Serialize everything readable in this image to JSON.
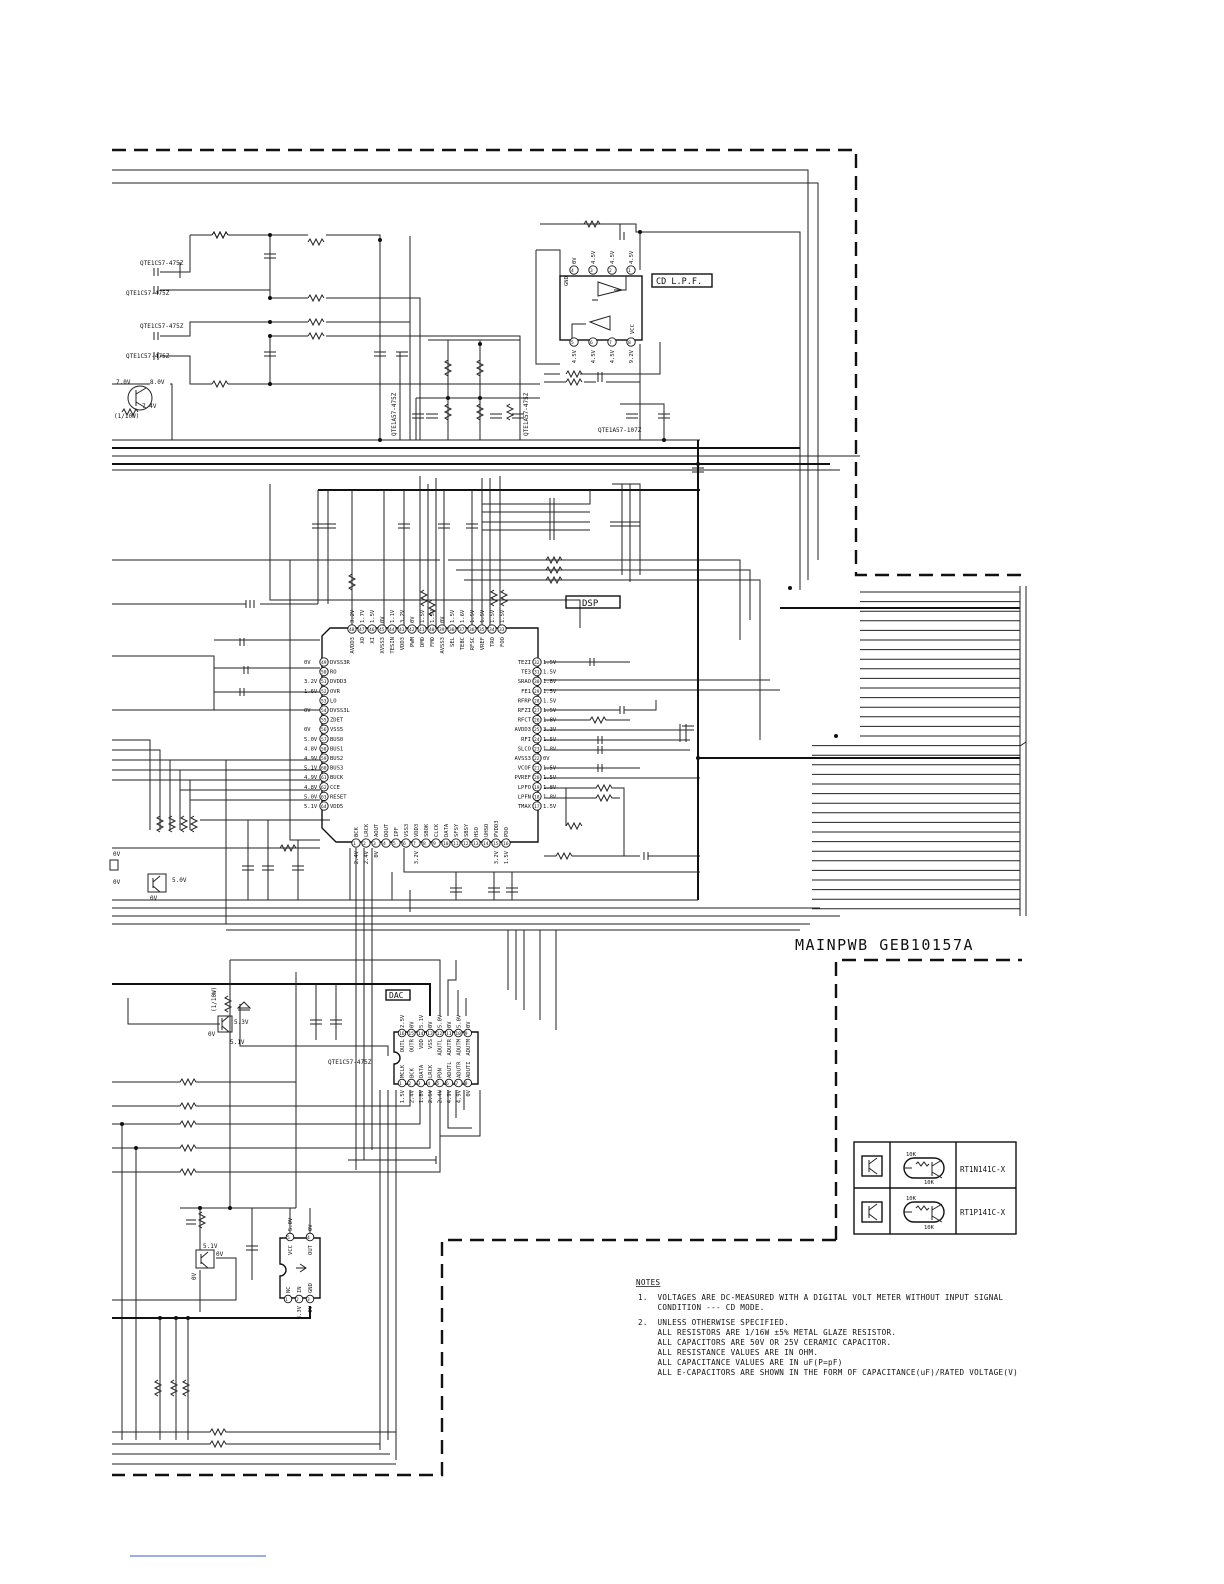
{
  "board": {
    "label": "MAINPWB GEB10157A"
  },
  "blocks": {
    "cd_lpf": "CD L.P.F.",
    "dsp": "DSP",
    "dac": "DAC"
  },
  "transistor_table": {
    "rows": [
      {
        "part": "RT1N141C-X",
        "r1": "10K",
        "r2": "10K"
      },
      {
        "part": "RT1P141C-X",
        "r1": "10K",
        "r2": "10K"
      }
    ]
  },
  "notes": {
    "heading": "NOTES",
    "lines": [
      "1.  VOLTAGES ARE DC-MEASURED WITH A DIGITAL VOLT METER WITHOUT INPUT SIGNAL",
      "    CONDITION --- CD MODE.",
      "2.  UNLESS OTHERWISE SPECIFIED.",
      "    ALL RESISTORS ARE 1/16W ±5% METAL GLAZE RESISTOR.",
      "    ALL CAPACITORS ARE 50V OR 25V CERAMIC CAPACITOR.",
      "    ALL RESISTANCE VALUES ARE IN OHM.",
      "    ALL CAPACITANCE VALUES ARE IN uF(P=pF)",
      "    ALL E-CAPACITORS ARE SHOWN IN THE FORM OF CAPACITANCE(uF)/RATED VOLTAGE(V)"
    ]
  },
  "dsp_chip": {
    "left_pins": [
      {
        "n": "49",
        "name": "DVSS3R",
        "v": "0V"
      },
      {
        "n": "50",
        "name": "RO",
        "v": ""
      },
      {
        "n": "51",
        "name": "DVDD3",
        "v": "3.2V"
      },
      {
        "n": "52",
        "name": "OVR",
        "v": "1.6V"
      },
      {
        "n": "53",
        "name": "LO",
        "v": ""
      },
      {
        "n": "54",
        "name": "DVSS3L",
        "v": "0V"
      },
      {
        "n": "55",
        "name": "ZDET",
        "v": ""
      },
      {
        "n": "56",
        "name": "VSS5",
        "v": "0V"
      },
      {
        "n": "57",
        "name": "BUS0",
        "v": "5.0V"
      },
      {
        "n": "58",
        "name": "BUS1",
        "v": "4.8V"
      },
      {
        "n": "59",
        "name": "BUS2",
        "v": "4.9V"
      },
      {
        "n": "60",
        "name": "BUS3",
        "v": "5.1V"
      },
      {
        "n": "61",
        "name": "BUCK",
        "v": "4.9V"
      },
      {
        "n": "62",
        "name": "CCE",
        "v": "4.8V"
      },
      {
        "n": "63",
        "name": "RESET",
        "v": "5.0V"
      },
      {
        "n": "64",
        "name": "VDD5",
        "v": "5.1V"
      }
    ],
    "right_pins": [
      {
        "n": "32",
        "name": "TEZI",
        "v": "1.5V"
      },
      {
        "n": "31",
        "name": "TE3",
        "v": "1.5V"
      },
      {
        "n": "30",
        "name": "SRAO",
        "v": "1.8V"
      },
      {
        "n": "29",
        "name": "FE1",
        "v": "1.5V"
      },
      {
        "n": "28",
        "name": "RFRP",
        "v": "1.5V"
      },
      {
        "n": "27",
        "name": "RFZI",
        "v": "1.5V"
      },
      {
        "n": "26",
        "name": "RFCT",
        "v": "1.8V"
      },
      {
        "n": "25",
        "name": "AVDD3",
        "v": "3.3V"
      },
      {
        "n": "24",
        "name": "RFI",
        "v": "1.5V"
      },
      {
        "n": "23",
        "name": "SLCO",
        "v": "1.8V"
      },
      {
        "n": "22",
        "name": "AVSS3",
        "v": "0V"
      },
      {
        "n": "21",
        "name": "VCOF",
        "v": "1.5V"
      },
      {
        "n": "20",
        "name": "PVREF",
        "v": "1.5V"
      },
      {
        "n": "19",
        "name": "LPFO",
        "v": "1.8V"
      },
      {
        "n": "18",
        "name": "LPFN",
        "v": "1.8V"
      },
      {
        "n": "17",
        "name": "TMAX",
        "v": "1.5V"
      }
    ],
    "top_pins": [
      {
        "n": "48",
        "name": "AVDD3",
        "v": "3.2V"
      },
      {
        "n": "47",
        "name": "XO",
        "v": "1.7V"
      },
      {
        "n": "46",
        "name": "XI",
        "v": "1.5V"
      },
      {
        "n": "45",
        "name": "XVSS3",
        "v": "0V"
      },
      {
        "n": "44",
        "name": "TESIN",
        "v": "1.1V"
      },
      {
        "n": "43",
        "name": "VDD3",
        "v": "3.2V"
      },
      {
        "n": "42",
        "name": "PWM",
        "v": "0V"
      },
      {
        "n": "41",
        "name": "DMO",
        "v": "1.5V"
      },
      {
        "n": "40",
        "name": "FMO",
        "v": "1.5V"
      },
      {
        "n": "39",
        "name": "AVSS3",
        "v": "0V"
      },
      {
        "n": "38",
        "name": "SEL",
        "v": "1.5V"
      },
      {
        "n": "37",
        "name": "TEBC",
        "v": "1.6V"
      },
      {
        "n": "36",
        "name": "RFSC",
        "v": "1.5V"
      },
      {
        "n": "35",
        "name": "VREF",
        "v": "1.5V"
      },
      {
        "n": "34",
        "name": "TRO",
        "v": "1.5V"
      },
      {
        "n": "33",
        "name": "FOO",
        "v": "1.5V"
      }
    ],
    "bottom_pins": [
      {
        "n": "1",
        "name": "BCK",
        "v": "2.4V"
      },
      {
        "n": "2",
        "name": "LRCK",
        "v": "2.4V"
      },
      {
        "n": "3",
        "name": "AOUT",
        "v": "0V"
      },
      {
        "n": "4",
        "name": "DOUT",
        "v": ""
      },
      {
        "n": "5",
        "name": "IPF",
        "v": ""
      },
      {
        "n": "6",
        "name": "VSS3",
        "v": ""
      },
      {
        "n": "7",
        "name": "VDD3",
        "v": "3.2V"
      },
      {
        "n": "8",
        "name": "SBOK",
        "v": ""
      },
      {
        "n": "9",
        "name": "CLCK",
        "v": ""
      },
      {
        "n": "10",
        "name": "DATA",
        "v": ""
      },
      {
        "n": "11",
        "name": "SFSY",
        "v": ""
      },
      {
        "n": "12",
        "name": "SBSY",
        "v": ""
      },
      {
        "n": "13",
        "name": "HSO",
        "v": ""
      },
      {
        "n": "14",
        "name": "UHSO",
        "v": ""
      },
      {
        "n": "15",
        "name": "PVDD3",
        "v": "3.2V"
      },
      {
        "n": "16",
        "name": "PDO",
        "v": "1.5V"
      }
    ]
  },
  "dac_chip": {
    "top_pins": [
      {
        "n": "16",
        "name": "OUTL",
        "v": "2.5V"
      },
      {
        "n": "15",
        "name": "OUTR",
        "v": "0V"
      },
      {
        "n": "14",
        "name": "VDD",
        "v": "5.1V"
      },
      {
        "n": "13",
        "name": "VSS",
        "v": "0V"
      },
      {
        "n": "12",
        "name": "ADUTL",
        "v": "5.0V"
      },
      {
        "n": "11",
        "name": "ADUTR",
        "v": "0V"
      },
      {
        "n": "10",
        "name": "ADUTM",
        "v": "5.0V"
      },
      {
        "n": "9",
        "name": "ADUTM",
        "v": "0V"
      }
    ],
    "bottom_pins": [
      {
        "n": "1",
        "name": "MCLK",
        "v": "1.5V"
      },
      {
        "n": "2",
        "name": "BCK",
        "v": "2.4V"
      },
      {
        "n": "3",
        "name": "DATA",
        "v": "1.8V"
      },
      {
        "n": "4",
        "name": "LRCK",
        "v": "2.5V"
      },
      {
        "n": "5",
        "name": "PDN",
        "v": "2.4V"
      },
      {
        "n": "6",
        "name": "ADUTL",
        "v": "4.9V"
      },
      {
        "n": "7",
        "name": "ADUTR",
        "v": "4.9V"
      },
      {
        "n": "8",
        "name": "ADUTI",
        "v": "0V"
      }
    ]
  },
  "lpf_chip": {
    "top_pins": [
      {
        "n": "4",
        "v": "0V"
      },
      {
        "n": "3",
        "v": "4.5V"
      },
      {
        "n": "2",
        "v": "4.5V"
      },
      {
        "n": "1",
        "v": "4.5V"
      }
    ],
    "bottom_pins": [
      {
        "n": "5",
        "v": "4.5V"
      },
      {
        "n": "6",
        "v": "4.5V"
      },
      {
        "n": "7",
        "v": "4.5V"
      },
      {
        "n": "8",
        "v": "9.2V"
      }
    ],
    "gnd_label": "GND",
    "vcc_label": "VCC"
  },
  "regulator": {
    "pins": [
      {
        "n": "5",
        "v": "5.0V",
        "name": "VCC"
      },
      {
        "n": "4",
        "v": "0V",
        "name": "OUT"
      },
      {
        "n": "1",
        "v": "",
        "name": "NC"
      },
      {
        "n": "2",
        "v": "3.3V",
        "name": "IN"
      },
      {
        "n": "3",
        "v": "0V",
        "name": "GND"
      }
    ]
  },
  "part_labels": {
    "cap_a": "QTE1C57-475Z",
    "cap_b": "QTE1C57-475Z",
    "cap_c": "QTE1C57-475Z",
    "cap_d": "QTE1C57-475Z",
    "cap_e": "QTE1A57-475Z",
    "cap_f": "QTE1A57-475Z",
    "cap_g": "QTE1A57-107Z",
    "cap_h": "QTE1C57-475Z",
    "res_1_10w": "(1/10W)",
    "tr_top_v1": "7.0V",
    "tr_top_v2": "8.0V",
    "tr_top_v3": "7.4V",
    "led_tr_v1": "5.3V",
    "led_tr_v2": "5.1V",
    "led_tr_v3": "0V",
    "led_res": "(1/10W)",
    "small_tr_v1": "0V",
    "small_tr_v2": "5.0V",
    "small_tr_v3": "0V",
    "reg_tr_v1": "5.1V",
    "reg_tr_v2": "0V",
    "reg_tr_v3": "0V",
    "left_tr_v1": "0V",
    "left_tr_v2": "0V"
  }
}
